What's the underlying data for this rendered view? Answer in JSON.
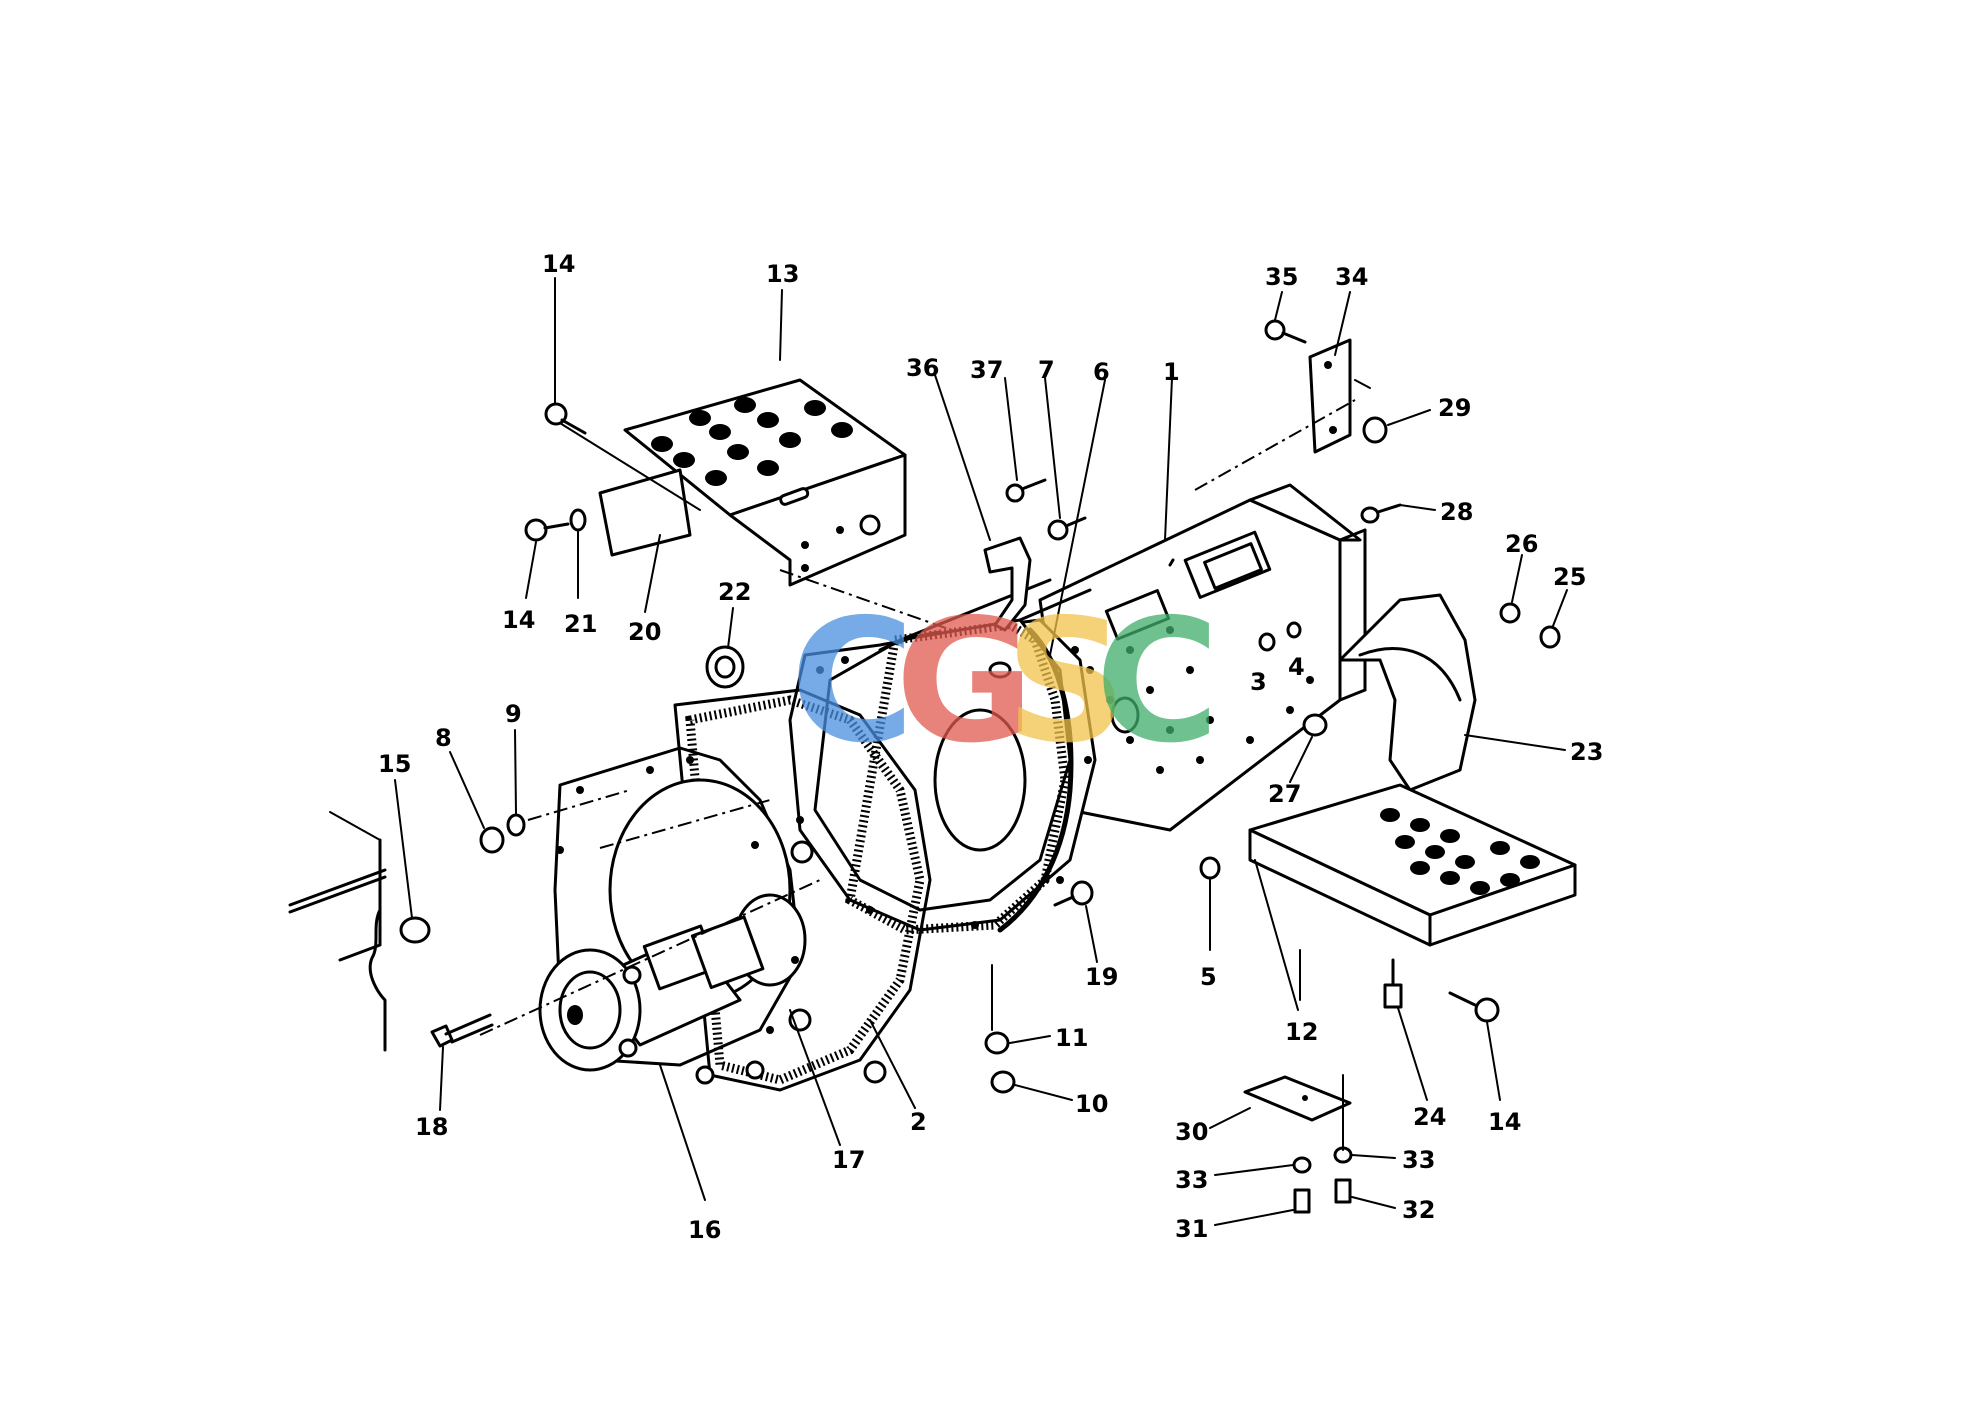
{
  "diagram": {
    "labels": [
      {
        "id": "14a",
        "text": "14"
      },
      {
        "id": "13",
        "text": "13"
      },
      {
        "id": "36",
        "text": "36"
      },
      {
        "id": "37",
        "text": "37"
      },
      {
        "id": "7",
        "text": "7"
      },
      {
        "id": "6",
        "text": "6"
      },
      {
        "id": "1",
        "text": "1"
      },
      {
        "id": "35",
        "text": "35"
      },
      {
        "id": "34",
        "text": "34"
      },
      {
        "id": "29",
        "text": "29"
      },
      {
        "id": "28",
        "text": "28"
      },
      {
        "id": "26",
        "text": "26"
      },
      {
        "id": "25",
        "text": "25"
      },
      {
        "id": "14b",
        "text": "14"
      },
      {
        "id": "21",
        "text": "21"
      },
      {
        "id": "20",
        "text": "20"
      },
      {
        "id": "22",
        "text": "22"
      },
      {
        "id": "3",
        "text": "3"
      },
      {
        "id": "4",
        "text": "4"
      },
      {
        "id": "9",
        "text": "9"
      },
      {
        "id": "8",
        "text": "8"
      },
      {
        "id": "15",
        "text": "15"
      },
      {
        "id": "27",
        "text": "27"
      },
      {
        "id": "23",
        "text": "23"
      },
      {
        "id": "19",
        "text": "19"
      },
      {
        "id": "5",
        "text": "5"
      },
      {
        "id": "12",
        "text": "12"
      },
      {
        "id": "11",
        "text": "11"
      },
      {
        "id": "10",
        "text": "10"
      },
      {
        "id": "24",
        "text": "24"
      },
      {
        "id": "14c",
        "text": "14"
      },
      {
        "id": "18",
        "text": "18"
      },
      {
        "id": "2",
        "text": "2"
      },
      {
        "id": "17",
        "text": "17"
      },
      {
        "id": "16",
        "text": "16"
      },
      {
        "id": "30",
        "text": "30"
      },
      {
        "id": "33a",
        "text": "33"
      },
      {
        "id": "33b",
        "text": "33"
      },
      {
        "id": "31",
        "text": "31"
      },
      {
        "id": "32",
        "text": "32"
      }
    ]
  },
  "watermark": {
    "letters": [
      "C",
      "G",
      "S",
      "C"
    ],
    "colors": [
      "#4a8fe0",
      "#e05a4f",
      "#f2c24a",
      "#3fae6a"
    ]
  }
}
